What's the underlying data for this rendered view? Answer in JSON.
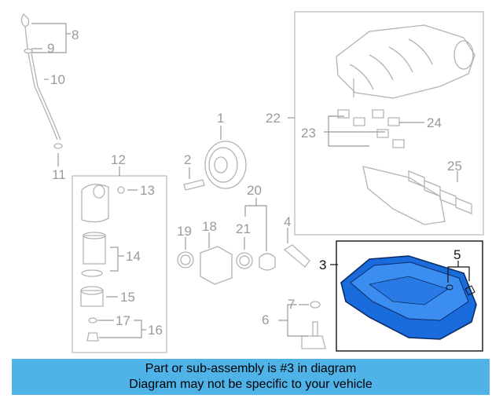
{
  "colors": {
    "highlight_part": "#1a6bdc",
    "banner_bg": "#4fb3e8",
    "callout_gray": "#9a9a9a",
    "line_gray": "#b3b3b3"
  },
  "callouts": [
    "1",
    "2",
    "3",
    "4",
    "5",
    "6",
    "7",
    "8",
    "9",
    "10",
    "11",
    "12",
    "13",
    "14",
    "15",
    "16",
    "17",
    "18",
    "19",
    "20",
    "21",
    "22",
    "23",
    "24",
    "25"
  ],
  "banner": {
    "line1": "Part or sub-assembly is #3 in diagram",
    "line2": "Diagram may not be specific to your vehicle"
  }
}
